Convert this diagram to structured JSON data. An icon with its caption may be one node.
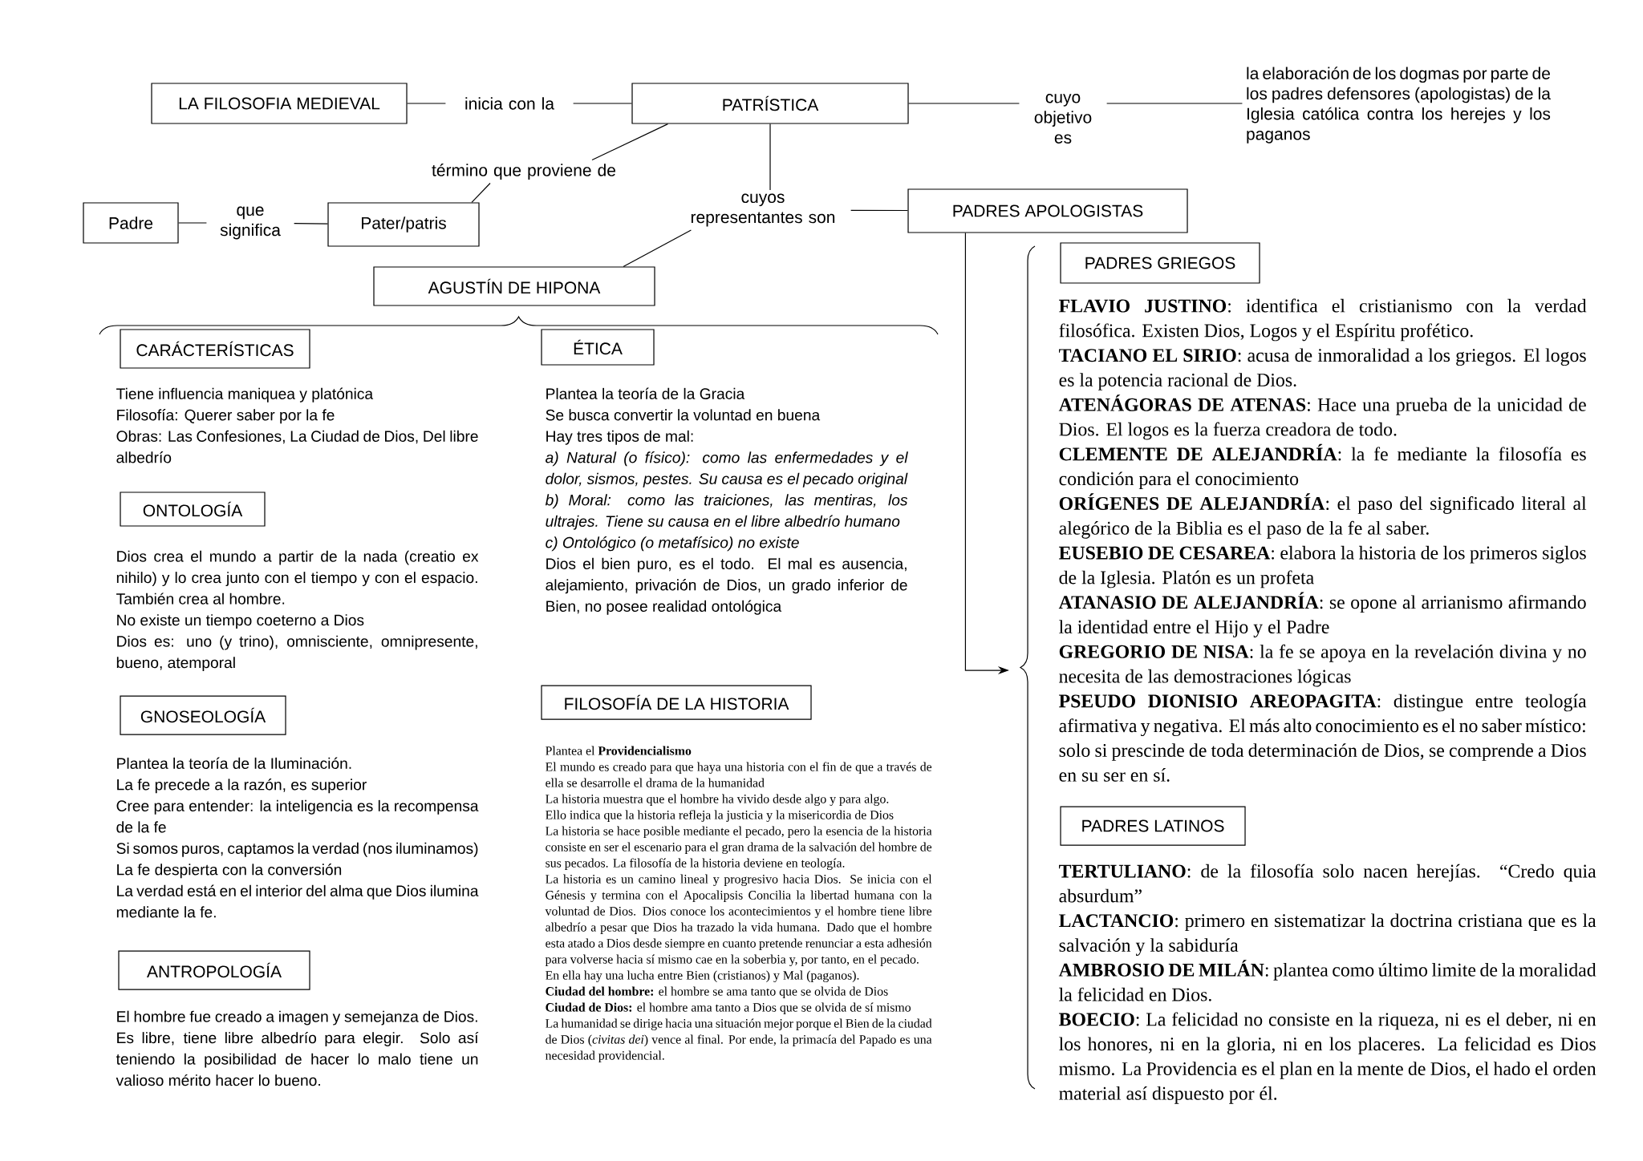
{
  "diagram": {
    "nodes": [
      {
        "text": [
          "LA FILOSOFIA MEDIEVAL"
        ]
      },
      {
        "text": [
          "inicia con la"
        ]
      },
      {
        "text": [
          "PATRÍSTICA"
        ]
      },
      {
        "text": [
          "cuyo objetivo es"
        ]
      },
      {
        "text": [
          "la elaboración de los dogmas por parte de los padres defensores (apologistas) de la Iglesia católica contra los herejes y los paganos"
        ]
      },
      {
        "text": [
          "término que proviene de"
        ]
      },
      {
        "text": [
          "Padre"
        ]
      },
      {
        "text": [
          "que significa"
        ]
      },
      {
        "text": [
          "Pater/patris"
        ]
      },
      {
        "text": [
          "cuyos representantes son"
        ]
      },
      {
        "text": [
          "PADRES APOLOGISTAS"
        ]
      },
      {
        "text": [
          "AGUSTÍN DE HIPONA"
        ]
      },
      {
        "text": [
          "CARÁCTERÍSTICAS"
        ],
        "beside": [
          "Tiene influencia maniquea y platónica",
          "Filosofía: Querer saber por la fe",
          "Obras: Las Confesiones, La Ciudad de Dios, Del libre albedrío"
        ]
      },
      {
        "text": [
          "ÉTICA"
        ],
        "beside": [
          "Plantea la teoría de la Gracia",
          "Se busca convertir la voluntad en buena",
          "Hay tres tipos de mal:",
          "*a) Natural (o físico): como las enfermedades y el dolor, sismos, pestes. Su causa es el pecado original*",
          "*b) Moral: como las traiciones, las mentiras, los ultrajes. Tiene su causa en el libre albedrío humano*",
          "*c) Ontológico (o metafísico) no existe*",
          "Dios el bien puro, es el todo. El mal es ausencia, alejamiento, privación de Dios, un grado inferior de Bien, no posee realidad ontológica"
        ]
      },
      {
        "text": [
          "ONTOLOGÍA"
        ],
        "beside": [
          "Dios crea el mundo a partir de la nada (creatio ex nihilo) y lo crea junto con el tiempo y con el espacio. También crea al hombre.",
          "No existe un tiempo coeterno a Dios",
          "Dios es: uno (y trino), omnisciente, omnipresente, bueno, atemporal"
        ]
      },
      {
        "text": [
          "GNOSEOLOGÍA"
        ],
        "beside": [
          "Plantea la teoría de la Iluminación.",
          "La fe precede a la razón, es superior",
          "Cree para entender: la inteligencia es la recompensa de la fe",
          "Si somos puros, captamos la verdad (nos iluminamos)",
          "La fe despierta con la conversión",
          "La verdad está en el interior del alma que Dios ilumina mediante la fe."
        ]
      },
      {
        "text": [
          "FILOSOFÍA DE LA HISTORIA"
        ],
        "beside": [
          "Plantea el **Providencialismo**",
          "El mundo es creado para que haya una historia con el fin de que a través de ella se desarrolle el drama de la humanidad",
          "La historia muestra que el hombre ha vivido desde algo y para algo.",
          "Ello indica que la historia refleja la justicia y la misericordia de Dios",
          "La historia se hace posible mediante el pecado, pero la esencia de la historia consiste en ser el escenario para el gran drama de la salvación del hombre de sus pecados. La filosofía de la historia deviene en teología.",
          "La historia es un camino lineal y progresivo hacia Dios. Se inicia con el Génesis y termina con el Apocalipsis Concilia la libertad humana con la voluntad de Dios. Dios conoce los acontecimientos y el hombre tiene libre albedrío a pesar que Dios ha trazado la vida humana. Dado que el hombre esta atado a Dios desde siempre en cuanto pretende renunciar a esta adhesión para volverse hacia sí mismo cae en la soberbia y, por tanto, en el pecado.",
          "En ella hay una lucha entre Bien (cristianos) y Mal (paganos).",
          "**Ciudad del hombre:** el hombre se ama tanto que se olvida de Dios",
          "**Ciudad de Dios:** el hombre ama tanto a Dios que se olvida de sí mismo",
          "La humanidad se dirige hacia una situación mejor porque el Bien de la ciudad de Dios (*civitas dei*) vence al final. Por ende, la primacía del Papado es una necesidad providencial."
        ]
      },
      {
        "text": [
          "ANTROPOLOGÍA"
        ],
        "beside": [
          "El hombre fue creado a imagen y semejanza de Dios. Es libre, tiene libre albedrío para elegir. Solo así teniendo la posibilidad de hacer lo malo tiene un valioso mérito hacer lo bueno."
        ]
      },
      {
        "text": [
          "PADRES GRIEGOS"
        ],
        "beside": [
          "**FLAVIO JUSTINO**: identifica el cristianismo con la verdad filosófica. Existen Dios, Logos y el Espíritu profético.",
          "**TACIANO EL SIRIO**: acusa de inmoralidad a los griegos. El logos es la potencia racional de Dios.",
          "**ATENÁGORAS DE ATENAS**: Hace una prueba de la unicidad de Dios. El logos es la fuerza creadora de todo.",
          "**CLEMENTE DE ALEJANDRÍA**: la fe mediante la filosofía es condición para el conocimiento",
          "**ORÍGENES DE ALEJANDRÍA**: el paso del significado literal al alegórico de la Biblia es el paso de la fe al saber.",
          "**EUSEBIO DE CESAREA**: elabora la historia de los primeros siglos de la Iglesia. Platón es un profeta",
          "**ATANASIO DE ALEJANDRÍA**: se opone al arrianismo afirmando la identidad entre el Hijo y el Padre",
          "**GREGORIO DE NISA**: la fe se apoya en la revelación divina y no necesita de las demostraciones lógicas",
          "**PSEUDO DIONISIO AREOPAGITA**: distingue entre teología afirmativa y negativa. El más alto conocimiento es el no saber místico: solo si prescinde de toda determinación de Dios, se comprende a Dios en su ser en sí."
        ]
      },
      {
        "text": [
          "PADRES LATINOS"
        ],
        "beside": [
          "**TERTULIANO**: de la filosofía solo nacen herejías. “Credo quia absurdum”",
          "**LACTANCIO**: primero en sistematizar la doctrina cristiana que es la salvación y la sabiduría",
          "**AMBROSIO DE MILÁN**: plantea como último limite de la moralidad la felicidad en Dios.",
          "**BOECIO**: La felicidad no consiste en la riqueza, ni es el deber, ni en los honores, ni en la gloria, ni en los placeres. La felicidad es Dios mismo. La Providencia es el plan en la mente de Dios, el hado el orden material así dispuesto por él."
        ]
      }
    ],
    "edges": [
      {
        "from": 0,
        "to": 1,
        "arrow": "none"
      },
      {
        "from": 1,
        "to": 2,
        "arrow": "none"
      },
      {
        "from": 2,
        "to": 3,
        "arrow": "none"
      },
      {
        "from": 3,
        "to": 4,
        "arrow": "none"
      },
      {
        "from": 2,
        "to": 5,
        "arrow": "none"
      },
      {
        "from": 5,
        "to": 8,
        "arrow": "none"
      },
      {
        "from": 6,
        "to": 7,
        "arrow": "none"
      },
      {
        "from": 7,
        "to": 8,
        "arrow": "none"
      },
      {
        "from": 2,
        "to": 9,
        "arrow": "none"
      },
      {
        "from": 9,
        "to": 10,
        "arrow": "none"
      },
      {
        "from": 9,
        "to": 11,
        "arrow": "none"
      },
      {
        "from": 10,
        "to": null,
        "arrow": "to"
      }
    ]
  }
}
